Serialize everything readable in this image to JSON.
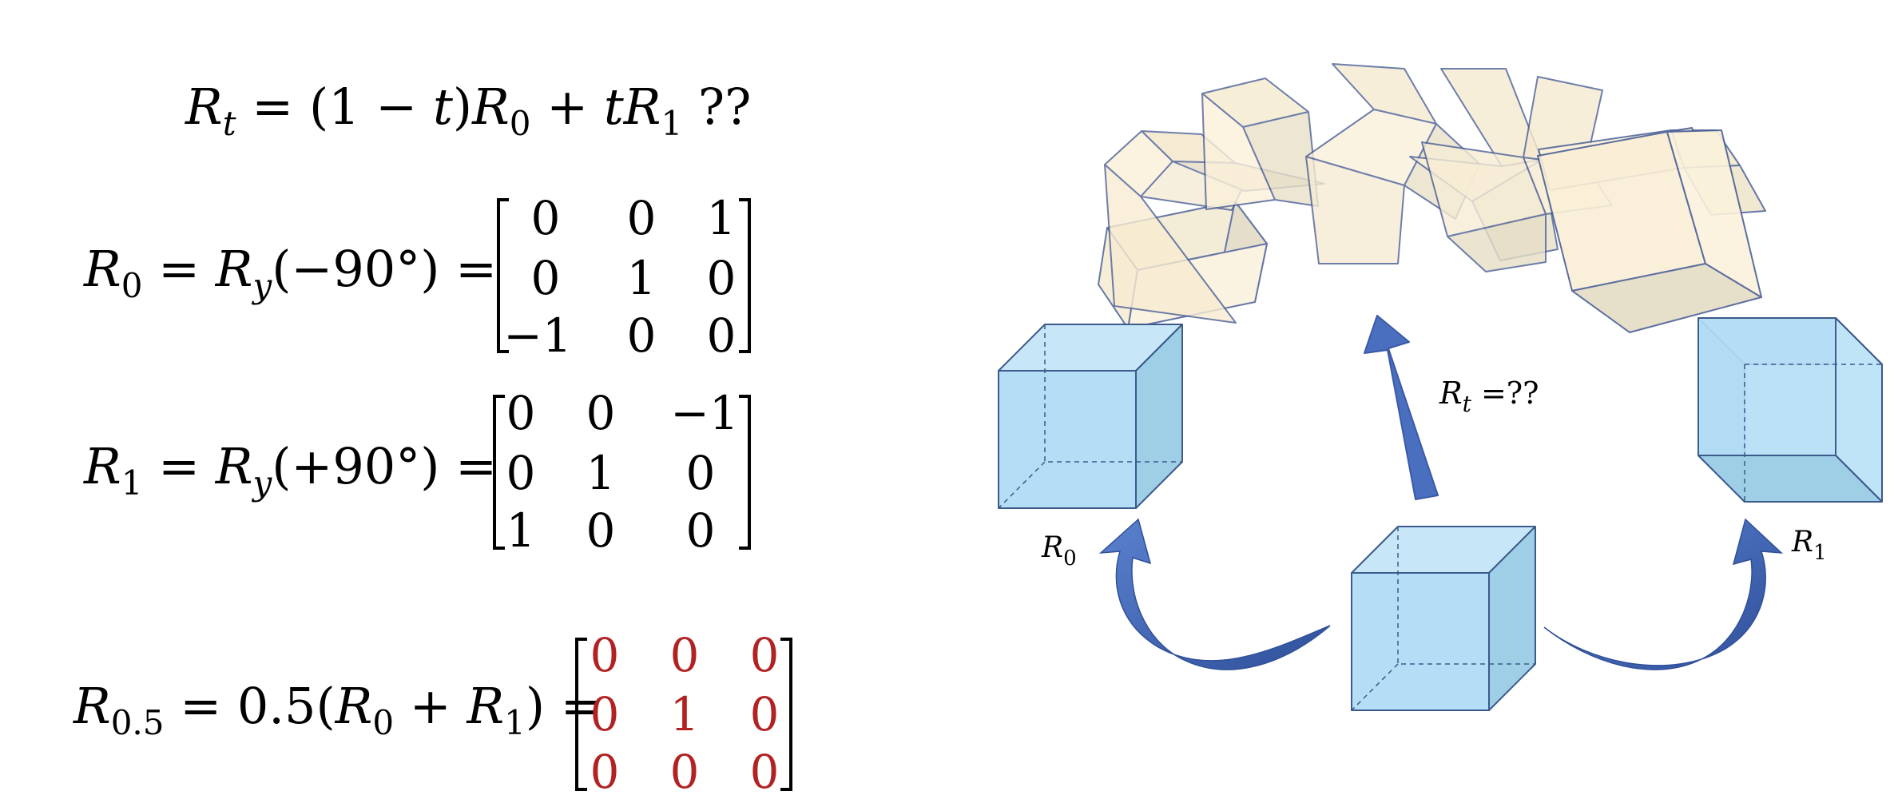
{
  "equations": {
    "eq_interp": {
      "lhs_symbol": "R",
      "lhs_sub": "t",
      "rhs_part1": " = (1 − ",
      "t1": "t",
      "rhs_part2": ")",
      "r0_symbol": "R",
      "r0_sub": "0",
      "plus": " + ",
      "t2": "t",
      "r1_symbol": "R",
      "r1_sub": "1",
      "suffix": "  ??"
    },
    "eq_r0": {
      "symbol": "R",
      "sub": "0",
      "mid": " = ",
      "ry": "R",
      "ry_sub": "y",
      "arg": "(−90°) =",
      "matrix": [
        [
          "0",
          "0",
          "1"
        ],
        [
          "0",
          "1",
          "0"
        ],
        [
          "−1",
          "0",
          "0"
        ]
      ]
    },
    "eq_r1": {
      "symbol": "R",
      "sub": "1",
      "mid": " = ",
      "ry": "R",
      "ry_sub": "y",
      "arg": "(+90°) =",
      "matrix": [
        [
          "0",
          "0",
          "−1"
        ],
        [
          "0",
          "1",
          "0"
        ],
        [
          "1",
          "0",
          "0"
        ]
      ]
    },
    "eq_rhalf": {
      "symbol": "R",
      "sub": "0.5",
      "mid": " = 0.5(",
      "a": "R",
      "a_sub": "0",
      "plus": " + ",
      "b": "R",
      "b_sub": "1",
      "end": ") =",
      "matrix": [
        [
          "0",
          "0",
          "0"
        ],
        [
          "0",
          "1",
          "0"
        ],
        [
          "0",
          "0",
          "0"
        ]
      ]
    }
  },
  "diagram": {
    "label_r0": {
      "symbol": "R",
      "sub": "0"
    },
    "label_r1": {
      "symbol": "R",
      "sub": "1"
    },
    "label_rt": {
      "symbol": "R",
      "sub": "t",
      "suffix": " =??"
    },
    "colors": {
      "cube_blue": "#aedcf5",
      "cube_edge": "#3c5a8c",
      "arrow_blue": "#4a6fbf",
      "ghost_fill": "#f8ecd0",
      "matrix_red": "#b22222"
    }
  }
}
